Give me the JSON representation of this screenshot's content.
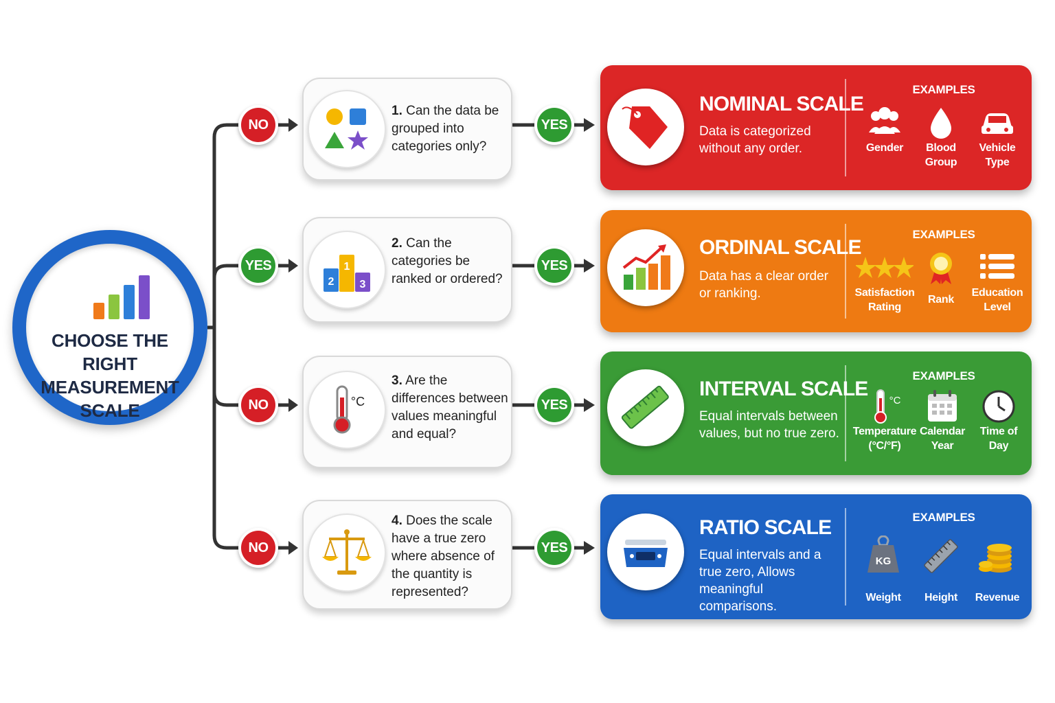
{
  "start": {
    "title": "CHOOSE THE RIGHT MEASUREMENT SCALE"
  },
  "badges": {
    "no": "NO",
    "yes": "YES"
  },
  "questions": [
    {
      "number": "1.",
      "text": "Can the data be grouped into categories only?"
    },
    {
      "number": "2.",
      "text": "Can the categories be ranked or ordered?"
    },
    {
      "number": "3.",
      "text": "Are the differences between values meaningful and equal?"
    },
    {
      "number": "4.",
      "text": "Does the scale have a true zero where absence of the quantity is represented?"
    }
  ],
  "scales": [
    {
      "title": "NOMINAL SCALE",
      "description": "Data is categorized without any order.",
      "examples_label": "EXAMPLES",
      "color": "#dc2626",
      "examples": [
        "Gender",
        "Blood Group",
        "Vehicle Type"
      ]
    },
    {
      "title": "ORDINAL SCALE",
      "description": "Data has a clear order or ranking.",
      "examples_label": "EXAMPLES",
      "color": "#ee7a12",
      "examples": [
        "Satisfaction Rating",
        "Rank",
        "Education Level"
      ]
    },
    {
      "title": "INTERVAL SCALE",
      "description": "Equal intervals between values, but no true zero.",
      "examples_label": "EXAMPLES",
      "color": "#3a9b36",
      "examples": [
        "Temperature (°C/°F)",
        "Calendar Year",
        "Time of Day"
      ]
    },
    {
      "title": "RATIO SCALE",
      "description": "Equal intervals and a true zero, Allows meaningful comparisons.",
      "examples_label": "EXAMPLES",
      "color": "#1e63c4",
      "examples": [
        "Weight",
        "Height",
        "Revenue"
      ]
    }
  ],
  "icon_text": {
    "podium_1": "1",
    "podium_2": "2",
    "podium_3": "3",
    "celsius": "°C",
    "kg": "KG"
  }
}
